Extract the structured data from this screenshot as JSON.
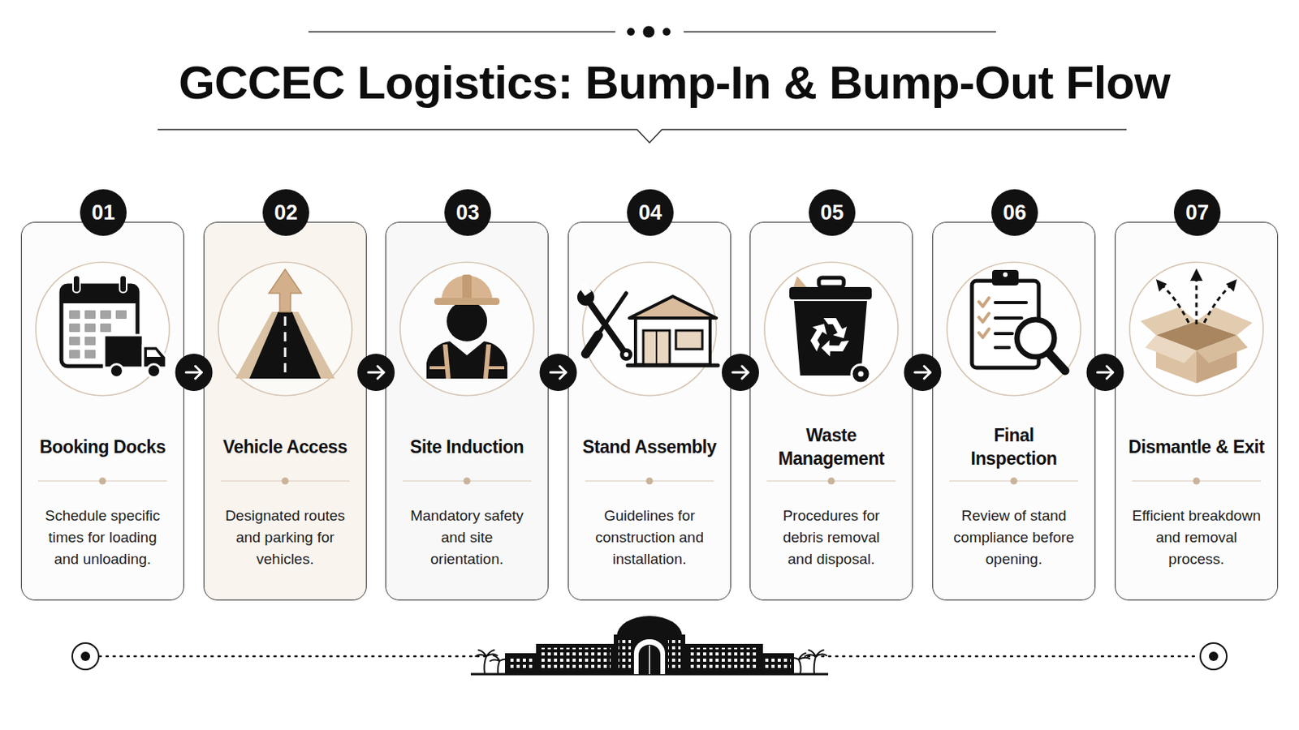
{
  "diagram": {
    "title": "GCCEC Logistics: Bump-In & Bump-Out Flow",
    "nodes": [
      {
        "text": [
          "Booking Docks",
          "Schedule specific times for loading and unloading."
        ]
      },
      {
        "text": [
          "01"
        ],
        "in": 0
      },
      {
        "text": [
          "Vehicle Access",
          "Designated routes and parking for vehicles."
        ]
      },
      {
        "text": [
          "02"
        ],
        "in": 2
      },
      {
        "text": [
          "Site Induction",
          "Mandatory safety and site orientation."
        ]
      },
      {
        "text": [
          "03"
        ],
        "in": 4
      },
      {
        "text": [
          "Stand Assembly",
          "Guidelines for construction and installation."
        ]
      },
      {
        "text": [
          "04"
        ],
        "in": 6
      },
      {
        "text": [
          "Waste Management",
          "Procedures for debris removal and disposal."
        ]
      },
      {
        "text": [
          "05"
        ],
        "in": 8
      },
      {
        "text": [
          "Final Inspection",
          "Review of stand compliance before opening."
        ]
      },
      {
        "text": [
          "06"
        ],
        "in": 10
      },
      {
        "text": [
          "Dismantle & Exit",
          "Efficient breakdown and removal process."
        ]
      },
      {
        "text": [
          "07"
        ],
        "in": 12
      }
    ],
    "edges": [
      {
        "from": 0,
        "to": 2,
        "arrow": "to"
      },
      {
        "from": 2,
        "to": 4,
        "arrow": "to"
      },
      {
        "from": 4,
        "to": 6,
        "arrow": "to"
      },
      {
        "from": 6,
        "to": 8,
        "arrow": "to"
      },
      {
        "from": 8,
        "to": 10,
        "arrow": "to"
      },
      {
        "from": 10,
        "to": 12,
        "arrow": "to"
      }
    ]
  }
}
